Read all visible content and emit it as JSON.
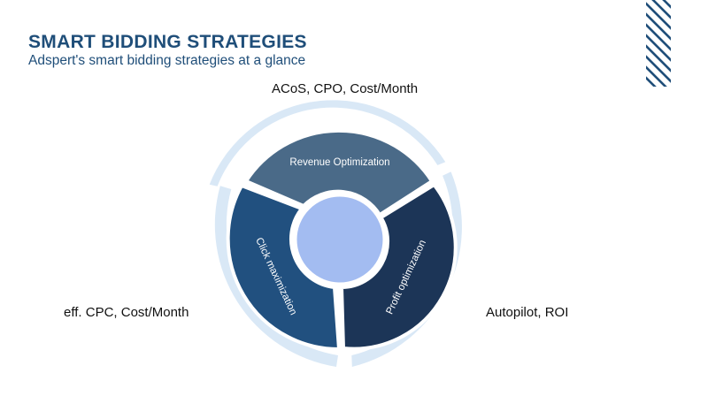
{
  "header": {
    "title": "SMART BIDDING STRATEGIES",
    "subtitle": "Adspert's smart bidding strategies at a glance"
  },
  "diagram": {
    "segments": [
      {
        "label": "Revenue Optimization",
        "color": "#4a6a88"
      },
      {
        "label": "Profit optimization",
        "color": "#1c3557"
      },
      {
        "label": "Click maximization",
        "color": "#21507f"
      }
    ],
    "metrics": {
      "top": "ACoS, CPO, Cost/Month",
      "left": "eff. CPC, Cost/Month",
      "right": "Autopilot, ROI"
    },
    "colors": {
      "outer_ring": "#d9e8f6",
      "center": "#a3bcf1",
      "accent": "#1f4e79"
    }
  }
}
